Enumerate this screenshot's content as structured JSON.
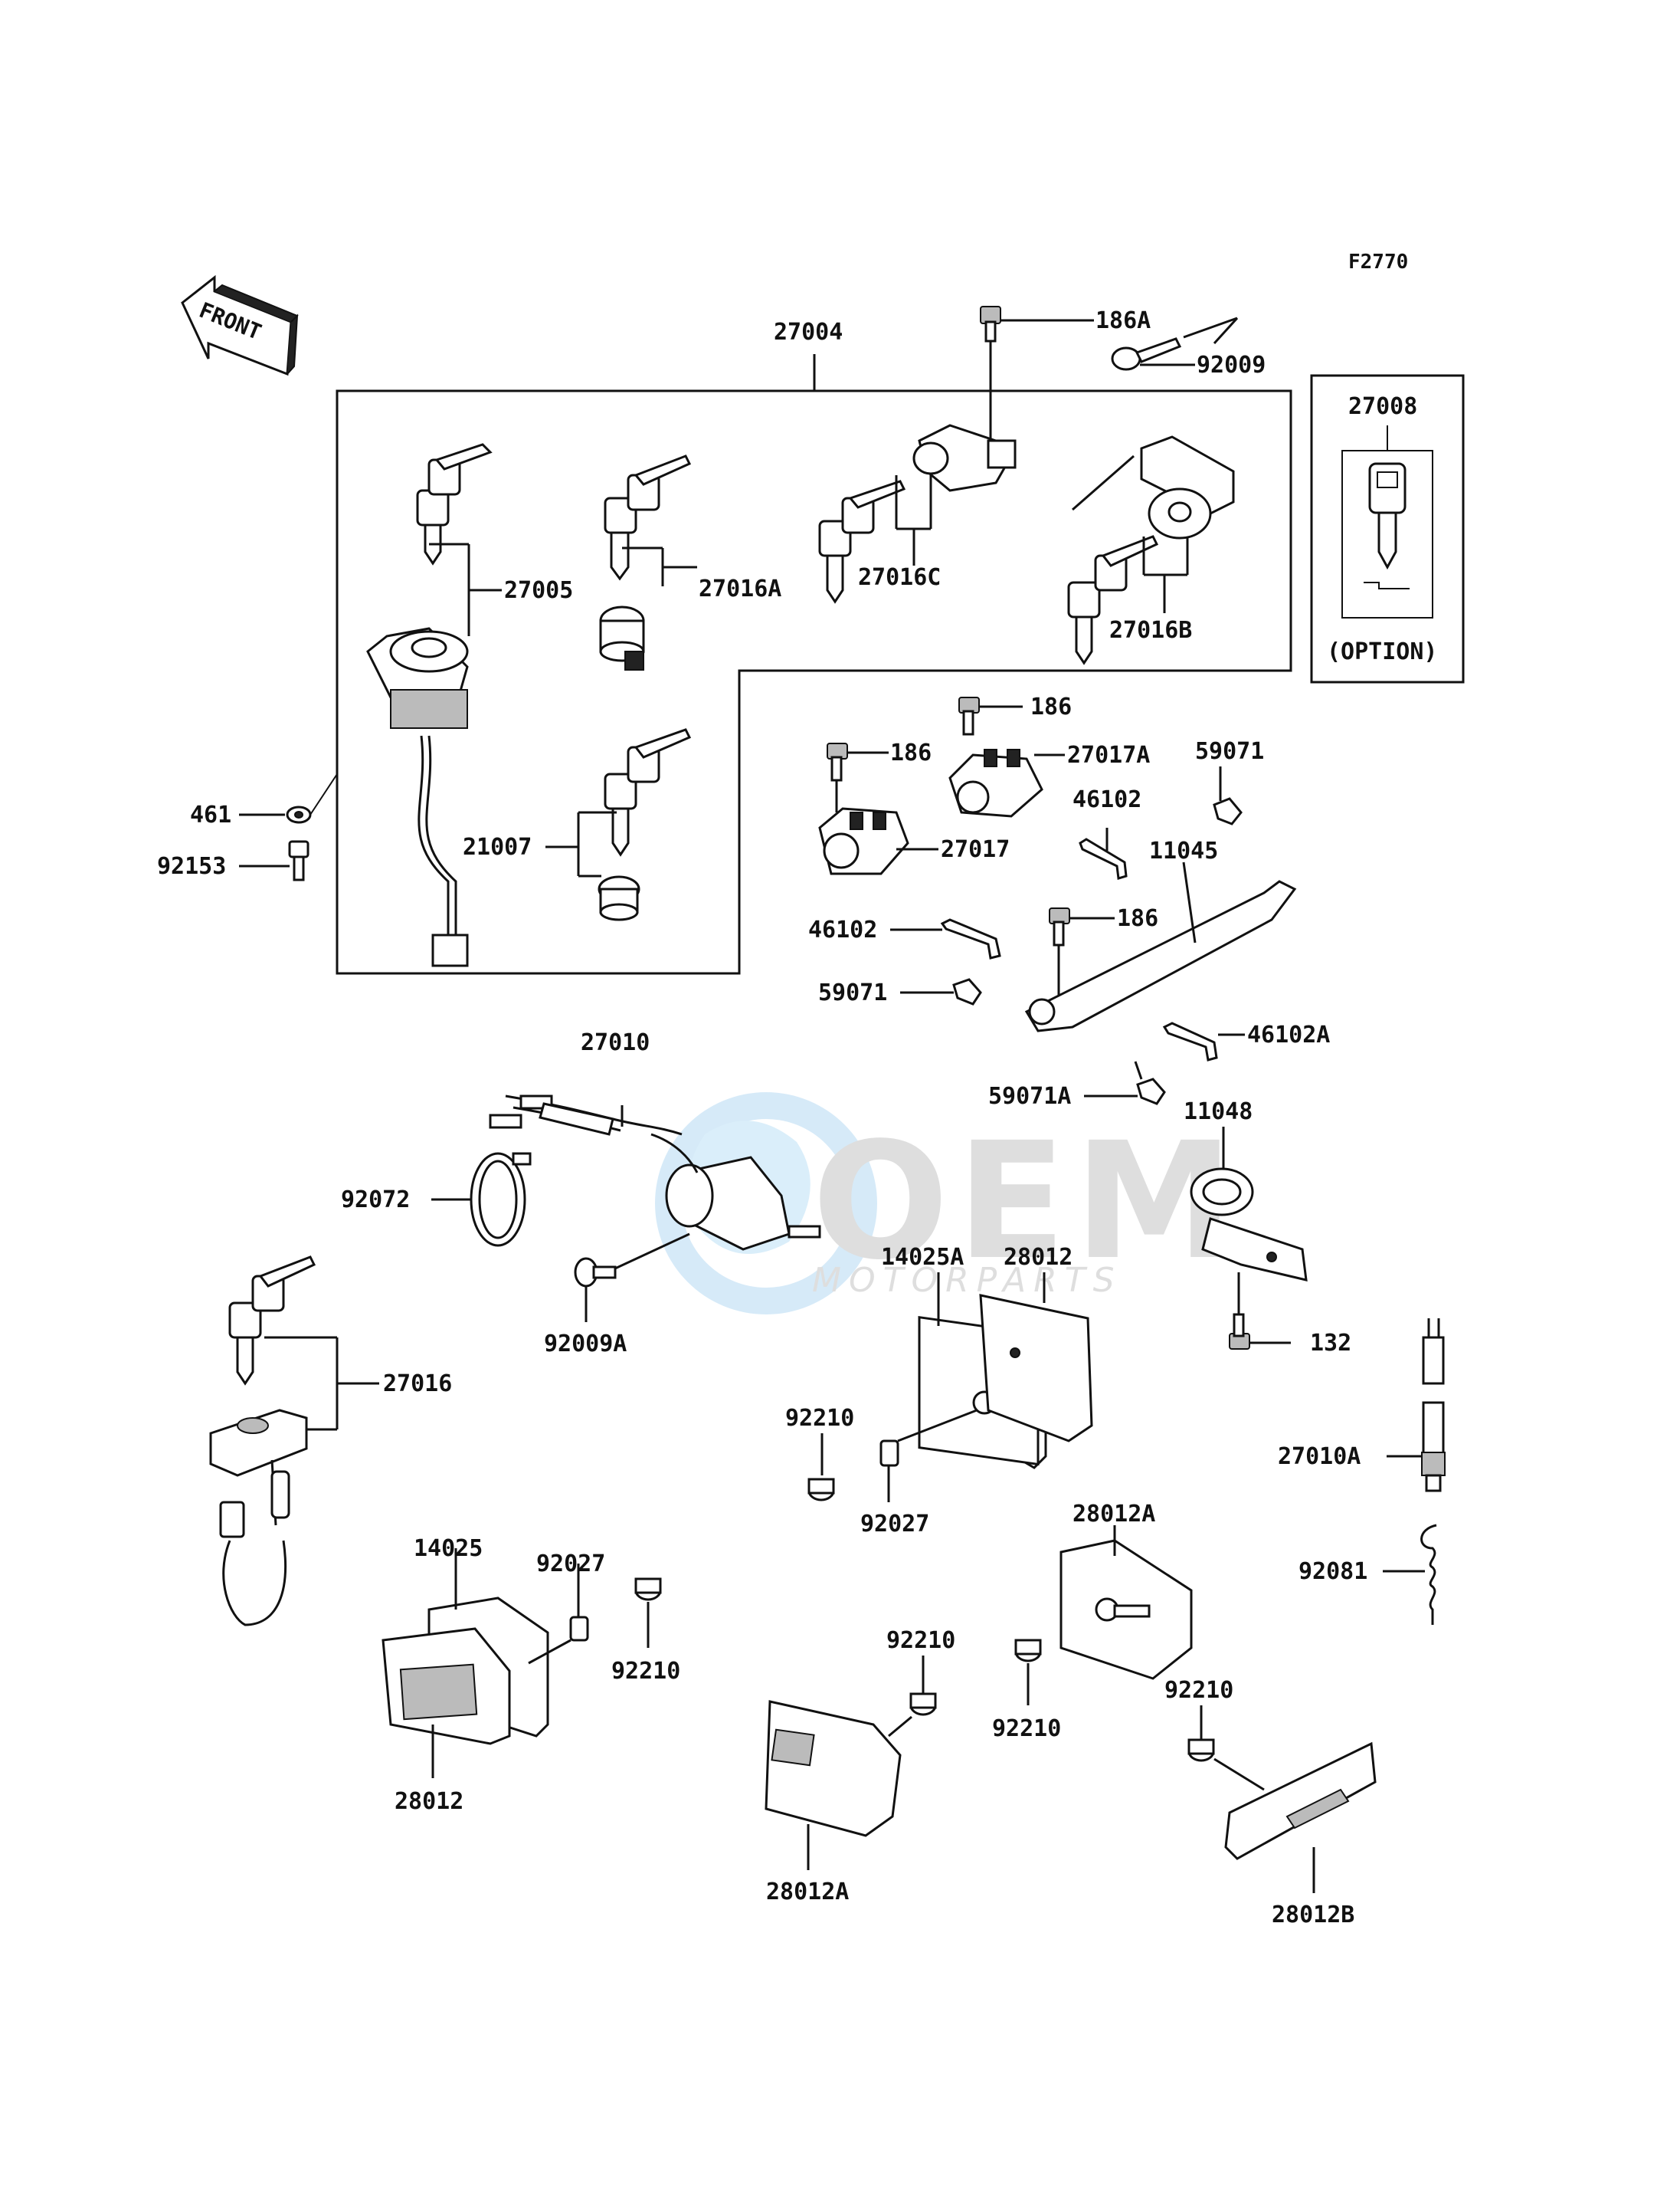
{
  "figure_code": "F2770",
  "direction_label": "FRONT",
  "watermark": {
    "brand": "OEM",
    "sub": "MOTORPARTS"
  },
  "labels": {
    "l27004": "27004",
    "l186A": "186A",
    "l92009": "92009",
    "l27008": "27008",
    "option": "(OPTION)",
    "l27005": "27005",
    "l27016A": "27016A",
    "l27016C": "27016C",
    "l27016B": "27016B",
    "l461": "461",
    "l92153": "92153",
    "l21007": "21007",
    "l186_a": "186",
    "l186_b": "186",
    "l186_c": "186",
    "l27017A": "27017A",
    "l59071_a": "59071",
    "l46102_a": "46102",
    "l11045": "11045",
    "l27017": "27017",
    "l46102_b": "46102",
    "l59071_b": "59071",
    "l46102A": "46102A",
    "l27010": "27010",
    "l59071A": "59071A",
    "l11048": "11048",
    "l92072": "92072",
    "l14025A": "14025A",
    "l28012_a": "28012",
    "l92009A": "92009A",
    "l27016": "27016",
    "l132": "132",
    "l92210_a": "92210",
    "l92027_a": "92027",
    "l27010A": "27010A",
    "l28012A_a": "28012A",
    "l92081": "92081",
    "l14025": "14025",
    "l92027_b": "92027",
    "l92210_b": "92210",
    "l92210_c": "92210",
    "l92210_d": "92210",
    "l92210_e": "92210",
    "l28012_b": "28012",
    "l28012A_b": "28012A",
    "l28012B": "28012B"
  }
}
